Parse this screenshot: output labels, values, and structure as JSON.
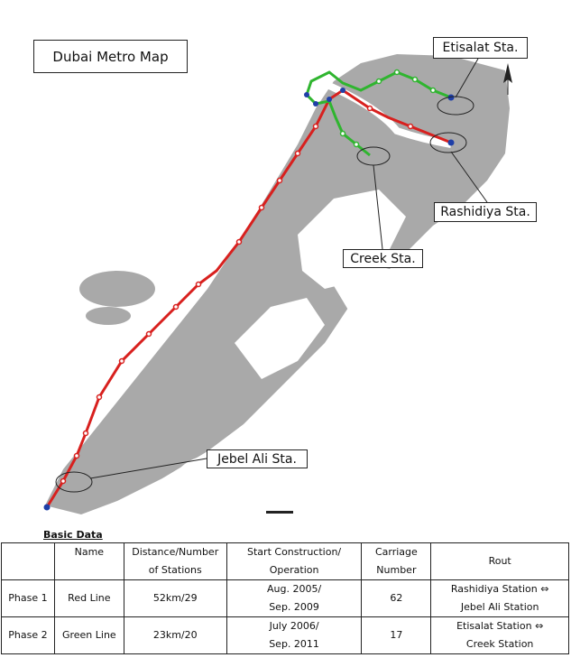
{
  "title": "Dubai Metro Map",
  "callouts": {
    "etisalat": "Etisalat Sta.",
    "rashidiya": "Rashidiya Sta.",
    "creek": "Creek Sta.",
    "jebel_ali": "Jebel Ali Sta."
  },
  "colors": {
    "red_line": "#d8201e",
    "green_line": "#2fb52f",
    "land": "#a9a9a9",
    "station_blue": "#1f3fa8"
  },
  "basic_data_label": "Basic Data",
  "table": {
    "headers": {
      "blank": "",
      "name": "Name",
      "distance_1": "Distance/Number",
      "distance_2": "of Stations",
      "start_1": "Start Construction/",
      "start_2": "Operation",
      "carriage_1": "Carriage",
      "carriage_2": "Number",
      "rout": "Rout"
    },
    "rows": [
      {
        "phase": "Phase 1",
        "name": "Red Line",
        "distance": "52km/29",
        "start_1": "Aug. 2005/",
        "start_2": "Sep. 2009",
        "carriage": "62",
        "rout_1": "Rashidiya Station ⇔",
        "rout_2": "Jebel Ali Station"
      },
      {
        "phase": "Phase 2",
        "name": "Green Line",
        "distance": "23km/20",
        "start_1": "July 2006/",
        "start_2": "Sep. 2011",
        "carriage": "17",
        "rout_1": "Etisalat Station ⇔",
        "rout_2": "Creek Station"
      }
    ]
  }
}
